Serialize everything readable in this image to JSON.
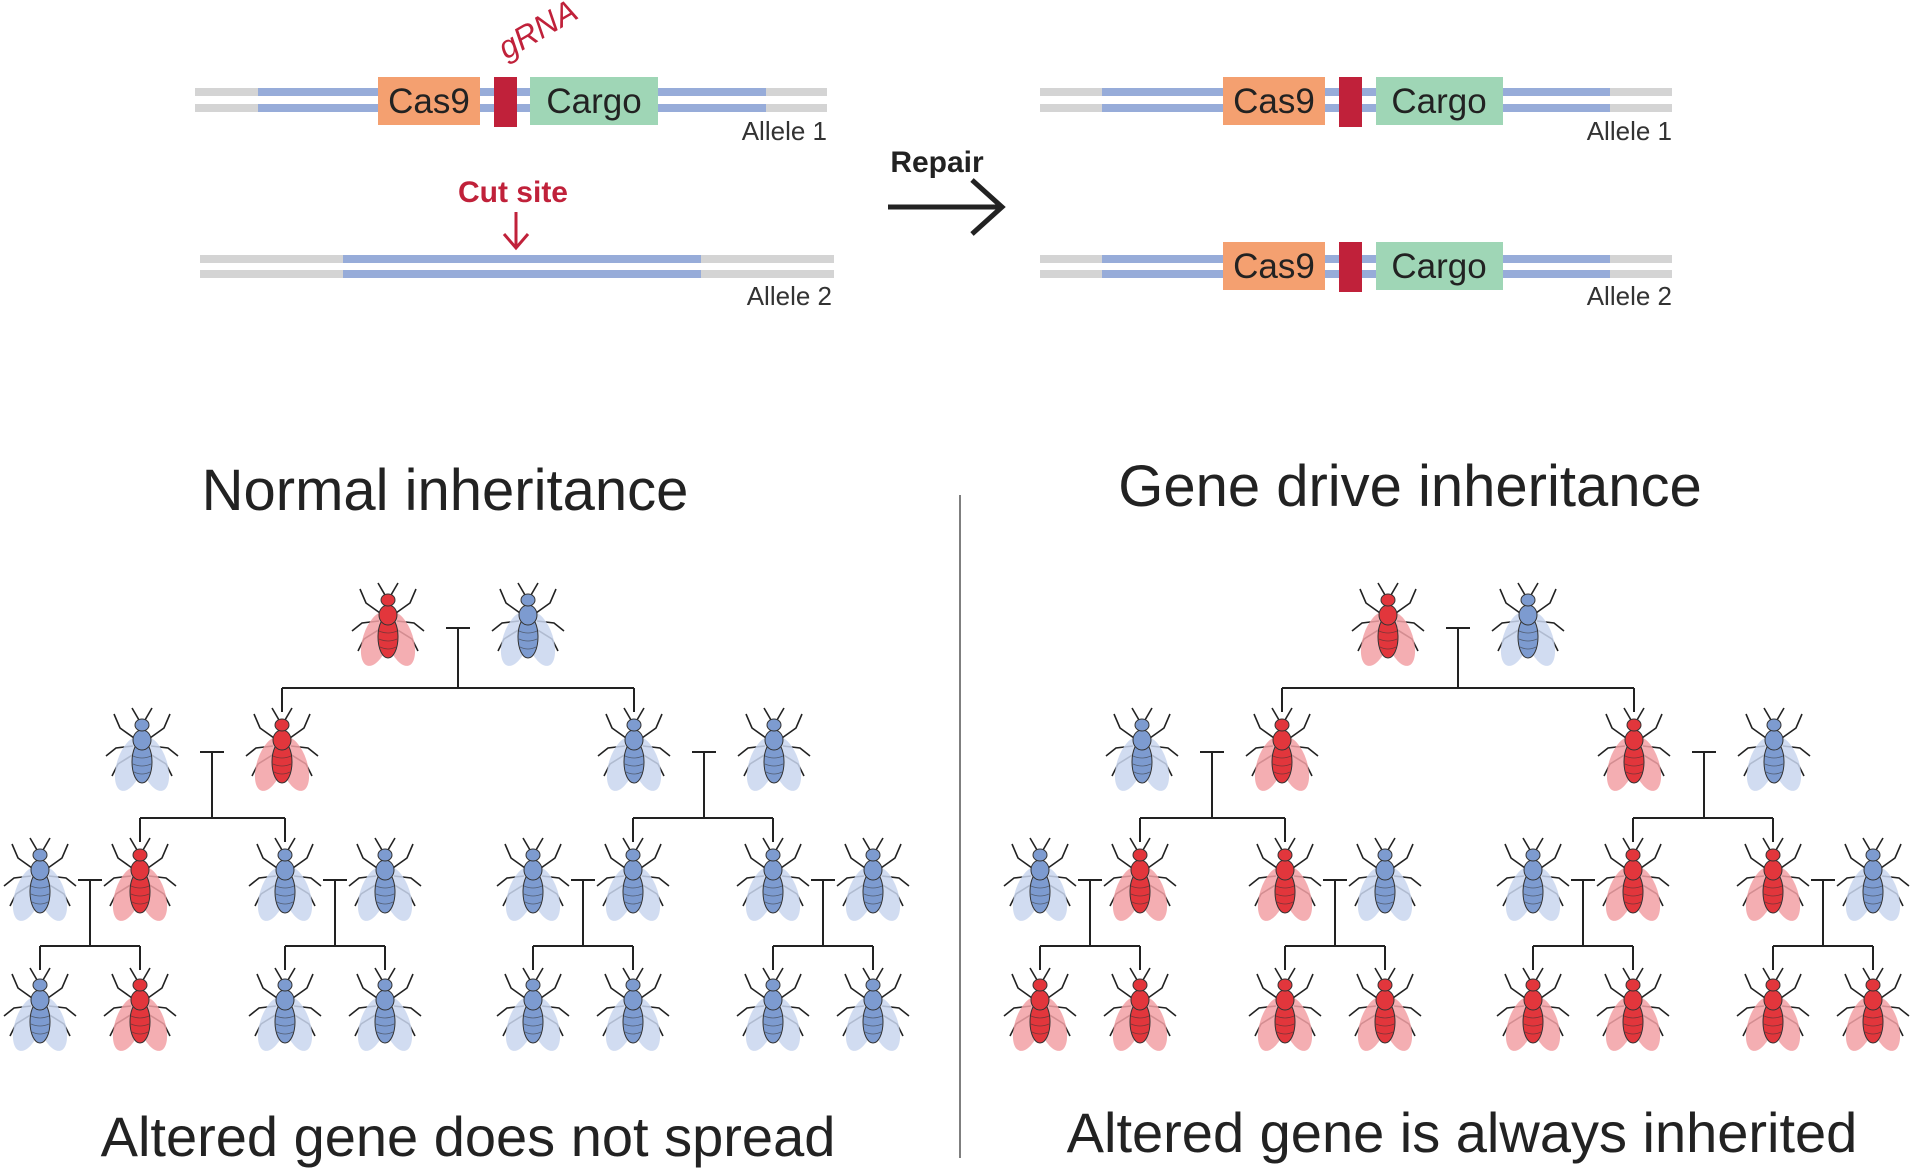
{
  "colors": {
    "strand_gray": "#d4d4d4",
    "strand_blue": "#97acd9",
    "cas9_fill": "#f4a070",
    "grna_fill": "#c0213a",
    "cargo_fill": "#9fd6b6",
    "fly_red_body": "#e2363c",
    "fly_red_wing": "#f2a0a4",
    "fly_blue_body": "#7d9bd0",
    "fly_blue_wing": "#c9d6ee",
    "text_dark": "#222222",
    "label_red": "#c0213a"
  },
  "top": {
    "left": {
      "allele1_label": "Allele 1",
      "allele2_label": "Allele 2",
      "cas9_label": "Cas9",
      "cargo_label": "Cargo",
      "grna_label": "gRNA",
      "cut_site_label": "Cut site"
    },
    "arrow_label": "Repair",
    "right": {
      "allele1_label": "Allele 1",
      "allele2_label": "Allele 2",
      "cas9_label": "Cas9",
      "cargo_label": "Cargo"
    }
  },
  "panels": {
    "normal": {
      "title": "Normal inheritance",
      "caption": "Altered gene does not spread",
      "generations": [
        [
          "red",
          "blue"
        ],
        [
          "blue",
          "red",
          "blue",
          "blue"
        ],
        [
          "blue",
          "red",
          "blue",
          "blue",
          "blue",
          "blue",
          "blue",
          "blue"
        ],
        [
          "blue",
          "red",
          "blue",
          "blue",
          "blue",
          "blue",
          "blue",
          "blue"
        ]
      ]
    },
    "drive": {
      "title": "Gene drive inheritance",
      "caption": "Altered gene is always inherited",
      "generations": [
        [
          "red",
          "blue"
        ],
        [
          "blue",
          "red",
          "red",
          "blue"
        ],
        [
          "blue",
          "red",
          "red",
          "blue",
          "blue",
          "red",
          "red",
          "blue"
        ],
        [
          "red",
          "red",
          "red",
          "red",
          "red",
          "red",
          "red",
          "red"
        ]
      ]
    }
  }
}
